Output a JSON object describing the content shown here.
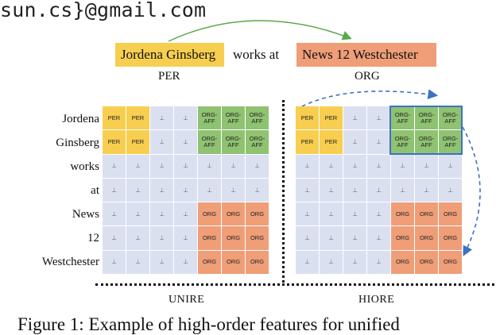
{
  "header": {
    "email": "sun.cs}@gmail.com"
  },
  "sentence": {
    "entity1": "Jordena Ginsberg",
    "middle": "works at",
    "entity2": "News 12 Westchester",
    "label1": "PER",
    "label2": "ORG"
  },
  "rows": [
    "Jordena",
    "Ginsberg",
    "works",
    "at",
    "News",
    "12",
    "Westchester"
  ],
  "matrix": [
    [
      "PER",
      "PER",
      "⊥",
      "⊥",
      "ORG-\nAFF",
      "ORG-\nAFF",
      "ORG-\nAFF"
    ],
    [
      "PER",
      "PER",
      "⊥",
      "⊥",
      "ORG-\nAFF",
      "ORG-\nAFF",
      "ORG-\nAFF"
    ],
    [
      "⊥",
      "⊥",
      "⊥",
      "⊥",
      "⊥",
      "⊥",
      "⊥"
    ],
    [
      "⊥",
      "⊥",
      "⊥",
      "⊥",
      "⊥",
      "⊥",
      "⊥"
    ],
    [
      "⊥",
      "⊥",
      "⊥",
      "⊥",
      "ORG",
      "ORG",
      "ORG"
    ],
    [
      "⊥",
      "⊥",
      "⊥",
      "⊥",
      "ORG",
      "ORG",
      "ORG"
    ],
    [
      "⊥",
      "⊥",
      "⊥",
      "⊥",
      "ORG",
      "ORG",
      "ORG"
    ]
  ],
  "panels": {
    "left": "UNIRE",
    "right": "HIORE"
  },
  "caption": "Figure 1: Example of high-order features for unified",
  "colors": {
    "per": "#f7ce4f",
    "org": "#ef9e78",
    "aff": "#8fc271",
    "none": "#dbe0f1",
    "highlight": "#3c72c3"
  }
}
